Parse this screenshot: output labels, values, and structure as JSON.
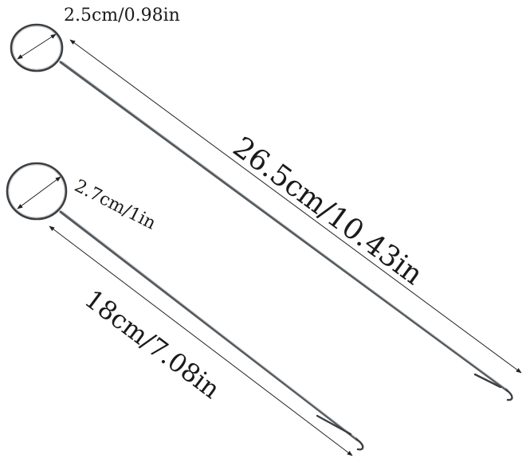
{
  "needles": [
    {
      "id": "long",
      "ring_diameter_label": "2.5cm/0.98in",
      "length_label": "26.5cm/10.43in"
    },
    {
      "id": "short",
      "ring_diameter_label": "2.7cm/1in",
      "length_label": "18cm/7.08in"
    }
  ],
  "colors": {
    "background": "#ffffff",
    "metal": "#555a5e",
    "text": "#1a1a1a"
  }
}
